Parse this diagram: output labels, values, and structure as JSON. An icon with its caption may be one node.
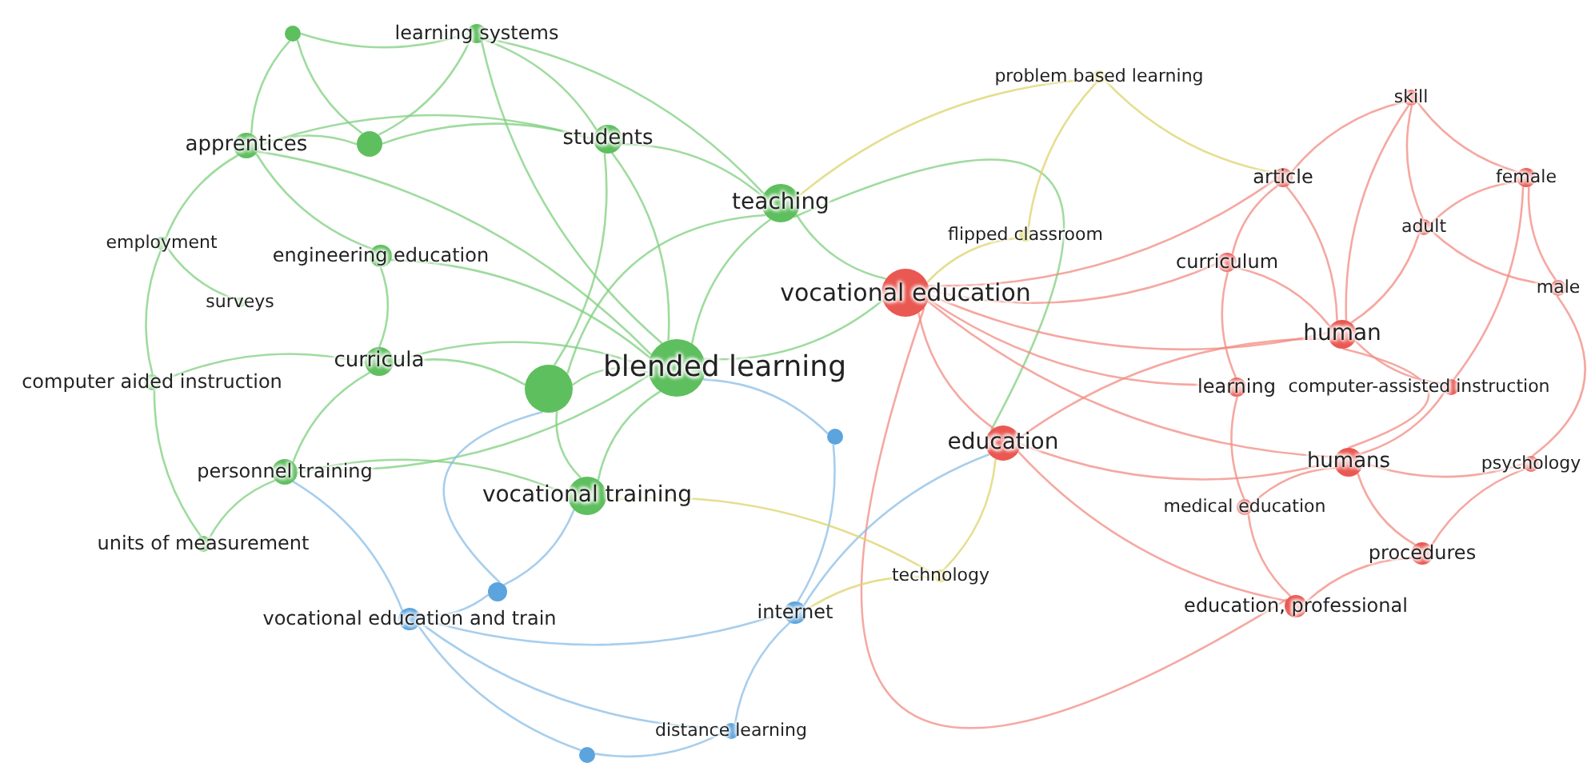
{
  "diagram": {
    "nodes": [
      {
        "text": [],
        "shape": "circle"
      },
      {
        "text": [
          "learning systems"
        ]
      },
      {
        "text": [
          "apprentices"
        ]
      },
      {
        "text": [],
        "shape": "circle"
      },
      {
        "text": [
          "students"
        ]
      },
      {
        "text": [
          "teaching"
        ]
      },
      {
        "text": [
          "employment"
        ]
      },
      {
        "text": [
          "engineering education"
        ]
      },
      {
        "text": [
          "surveys"
        ]
      },
      {
        "text": [
          "curricula"
        ]
      },
      {
        "text": [
          "computer aided instruction"
        ]
      },
      {
        "text": [],
        "shape": "circle"
      },
      {
        "text": [
          "blended learning"
        ]
      },
      {
        "text": [
          "personnel training"
        ]
      },
      {
        "text": [
          "vocational training"
        ]
      },
      {
        "text": [
          "units of measurement"
        ]
      },
      {
        "text": [
          "problem based learning"
        ]
      },
      {
        "text": [
          "flipped classroom"
        ]
      },
      {
        "text": [
          "vocational education"
        ]
      },
      {
        "text": [
          "skill"
        ]
      },
      {
        "text": [
          "article"
        ]
      },
      {
        "text": [
          "female"
        ]
      },
      {
        "text": [
          "adult"
        ]
      },
      {
        "text": [
          "curriculum"
        ]
      },
      {
        "text": [
          "male"
        ]
      },
      {
        "text": [
          "human"
        ]
      },
      {
        "text": [
          "learning"
        ]
      },
      {
        "text": [
          "computer-assisted instruction"
        ]
      },
      {
        "text": [],
        "shape": "circle"
      },
      {
        "text": [
          "education"
        ]
      },
      {
        "text": [
          "humans"
        ]
      },
      {
        "text": [
          "psychology"
        ]
      },
      {
        "text": [
          "medical education"
        ]
      },
      {
        "text": [
          "procedures"
        ]
      },
      {
        "text": [],
        "shape": "circle"
      },
      {
        "text": [
          "technology"
        ]
      },
      {
        "text": [
          "vocational education and train"
        ]
      },
      {
        "text": [
          "internet"
        ]
      },
      {
        "text": [
          "distance learning"
        ]
      },
      {
        "text": [],
        "shape": "circle"
      },
      {
        "text": [
          "education, professional"
        ]
      }
    ],
    "edges": [
      {
        "from": 12,
        "to": 5,
        "arrow": "none"
      },
      {
        "from": 12,
        "to": 4,
        "arrow": "none"
      },
      {
        "from": 12,
        "to": 11,
        "arrow": "none"
      },
      {
        "from": 12,
        "to": 14,
        "arrow": "none"
      },
      {
        "from": 12,
        "to": 9,
        "arrow": "none"
      },
      {
        "from": 12,
        "to": 2,
        "arrow": "none"
      },
      {
        "from": 12,
        "to": 7,
        "arrow": "none"
      },
      {
        "from": 12,
        "to": 13,
        "arrow": "none"
      },
      {
        "from": 12,
        "to": 18,
        "arrow": "none"
      },
      {
        "from": 11,
        "to": 9,
        "arrow": "none"
      },
      {
        "from": 11,
        "to": 14,
        "arrow": "none"
      },
      {
        "from": 11,
        "to": 4,
        "arrow": "none"
      },
      {
        "from": 11,
        "to": 5,
        "arrow": "none"
      },
      {
        "from": 5,
        "to": 4,
        "arrow": "none"
      },
      {
        "from": 4,
        "to": 2,
        "arrow": "none"
      },
      {
        "from": 4,
        "to": 3,
        "arrow": "none"
      },
      {
        "from": 4,
        "to": 1,
        "arrow": "none"
      },
      {
        "from": 3,
        "to": 2,
        "arrow": "none"
      },
      {
        "from": 3,
        "to": 1,
        "arrow": "none"
      },
      {
        "from": 0,
        "to": 1,
        "arrow": "none"
      },
      {
        "from": 0,
        "to": 2,
        "arrow": "none"
      },
      {
        "from": 0,
        "to": 3,
        "arrow": "none"
      },
      {
        "from": 2,
        "to": 6,
        "arrow": "none"
      },
      {
        "from": 2,
        "to": 7,
        "arrow": "none"
      },
      {
        "from": 6,
        "to": 10,
        "arrow": "none"
      },
      {
        "from": 6,
        "to": 8,
        "arrow": "none"
      },
      {
        "from": 9,
        "to": 10,
        "arrow": "none"
      },
      {
        "from": 9,
        "to": 13,
        "arrow": "none"
      },
      {
        "from": 9,
        "to": 7,
        "arrow": "none"
      },
      {
        "from": 13,
        "to": 15,
        "arrow": "none"
      },
      {
        "from": 10,
        "to": 15,
        "arrow": "none"
      },
      {
        "from": 1,
        "to": 5,
        "arrow": "none"
      },
      {
        "from": 5,
        "to": 18,
        "arrow": "none"
      },
      {
        "from": 14,
        "to": 13,
        "arrow": "none"
      },
      {
        "from": 12,
        "to": 1,
        "arrow": "none"
      },
      {
        "from": 5,
        "to": 29,
        "arrow": "none"
      },
      {
        "from": 18,
        "to": 29,
        "arrow": "none",
        "color": "#f28b82"
      },
      {
        "from": 18,
        "to": 25,
        "arrow": "none",
        "color": "#f28b82"
      },
      {
        "from": 18,
        "to": 23,
        "arrow": "none",
        "color": "#f28b82"
      },
      {
        "from": 18,
        "to": 20,
        "arrow": "none",
        "color": "#f28b82"
      },
      {
        "from": 18,
        "to": 26,
        "arrow": "none",
        "color": "#f28b82"
      },
      {
        "from": 18,
        "to": 30,
        "arrow": "none",
        "color": "#f28b82"
      },
      {
        "from": 18,
        "to": 40,
        "arrow": "none",
        "color": "#f28b82"
      },
      {
        "from": 29,
        "to": 30,
        "arrow": "none",
        "color": "#f28b82"
      },
      {
        "from": 29,
        "to": 25,
        "arrow": "none",
        "color": "#f28b82"
      },
      {
        "from": 29,
        "to": 40,
        "arrow": "none",
        "color": "#f28b82"
      },
      {
        "from": 25,
        "to": 30,
        "arrow": "none",
        "color": "#f28b82"
      },
      {
        "from": 25,
        "to": 20,
        "arrow": "none",
        "color": "#f28b82"
      },
      {
        "from": 25,
        "to": 22,
        "arrow": "none",
        "color": "#f28b82"
      },
      {
        "from": 25,
        "to": 27,
        "arrow": "none",
        "color": "#f28b82"
      },
      {
        "from": 25,
        "to": 23,
        "arrow": "none",
        "color": "#f28b82"
      },
      {
        "from": 19,
        "to": 21,
        "arrow": "none",
        "color": "#f28b82"
      },
      {
        "from": 19,
        "to": 20,
        "arrow": "none",
        "color": "#f28b82"
      },
      {
        "from": 19,
        "to": 25,
        "arrow": "none",
        "color": "#f28b82"
      },
      {
        "from": 21,
        "to": 22,
        "arrow": "none",
        "color": "#f28b82"
      },
      {
        "from": 21,
        "to": 24,
        "arrow": "none",
        "color": "#f28b82"
      },
      {
        "from": 20,
        "to": 23,
        "arrow": "none",
        "color": "#f28b82"
      },
      {
        "from": 22,
        "to": 24,
        "arrow": "none",
        "color": "#f28b82"
      },
      {
        "from": 30,
        "to": 33,
        "arrow": "none",
        "color": "#f28b82"
      },
      {
        "from": 30,
        "to": 31,
        "arrow": "none",
        "color": "#f28b82"
      },
      {
        "from": 30,
        "to": 32,
        "arrow": "none",
        "color": "#f28b82"
      },
      {
        "from": 30,
        "to": 27,
        "arrow": "none",
        "color": "#f28b82"
      },
      {
        "from": 26,
        "to": 32,
        "arrow": "none",
        "color": "#f28b82"
      },
      {
        "from": 33,
        "to": 40,
        "arrow": "none",
        "color": "#f28b82"
      },
      {
        "from": 32,
        "to": 40,
        "arrow": "none",
        "color": "#f28b82"
      },
      {
        "from": 23,
        "to": 26,
        "arrow": "none",
        "color": "#f28b82"
      },
      {
        "from": 24,
        "to": 31,
        "arrow": "none",
        "color": "#f28b82"
      },
      {
        "from": 31,
        "to": 33,
        "arrow": "none",
        "color": "#f28b82"
      },
      {
        "from": 27,
        "to": 21,
        "arrow": "none",
        "color": "#f28b82"
      },
      {
        "from": 19,
        "to": 22,
        "arrow": "none",
        "color": "#f28b82"
      },
      {
        "from": 36,
        "to": 34,
        "arrow": "none",
        "color": "#8bbde6"
      },
      {
        "from": 36,
        "to": 37,
        "arrow": "none",
        "color": "#8bbde6"
      },
      {
        "from": 36,
        "to": 38,
        "arrow": "none",
        "color": "#8bbde6"
      },
      {
        "from": 36,
        "to": 39,
        "arrow": "none",
        "color": "#8bbde6"
      },
      {
        "from": 37,
        "to": 38,
        "arrow": "none",
        "color": "#8bbde6"
      },
      {
        "from": 37,
        "to": 28,
        "arrow": "none",
        "color": "#8bbde6"
      },
      {
        "from": 28,
        "to": 12,
        "arrow": "none",
        "color": "#8bbde6"
      },
      {
        "from": 34,
        "to": 14,
        "arrow": "none",
        "color": "#8bbde6"
      },
      {
        "from": 39,
        "to": 38,
        "arrow": "none",
        "color": "#8bbde6"
      },
      {
        "from": 37,
        "to": 29,
        "arrow": "none",
        "color": "#8bbde6"
      },
      {
        "from": 36,
        "to": 13,
        "arrow": "none",
        "color": "#8bbde6"
      },
      {
        "from": 34,
        "to": 11,
        "arrow": "none",
        "color": "#8bbde6"
      },
      {
        "from": 16,
        "to": 17,
        "arrow": "none",
        "color": "#ddd36a"
      },
      {
        "from": 16,
        "to": 5,
        "arrow": "none",
        "color": "#ddd36a"
      },
      {
        "from": 17,
        "to": 18,
        "arrow": "none",
        "color": "#ddd36a"
      },
      {
        "from": 35,
        "to": 29,
        "arrow": "none",
        "color": "#ddd36a"
      },
      {
        "from": 35,
        "to": 37,
        "arrow": "none",
        "color": "#ddd36a"
      },
      {
        "from": 16,
        "to": 20,
        "arrow": "none",
        "color": "#ddd36a"
      },
      {
        "from": 35,
        "to": 14,
        "arrow": "none",
        "color": "#ddd36a"
      }
    ]
  }
}
